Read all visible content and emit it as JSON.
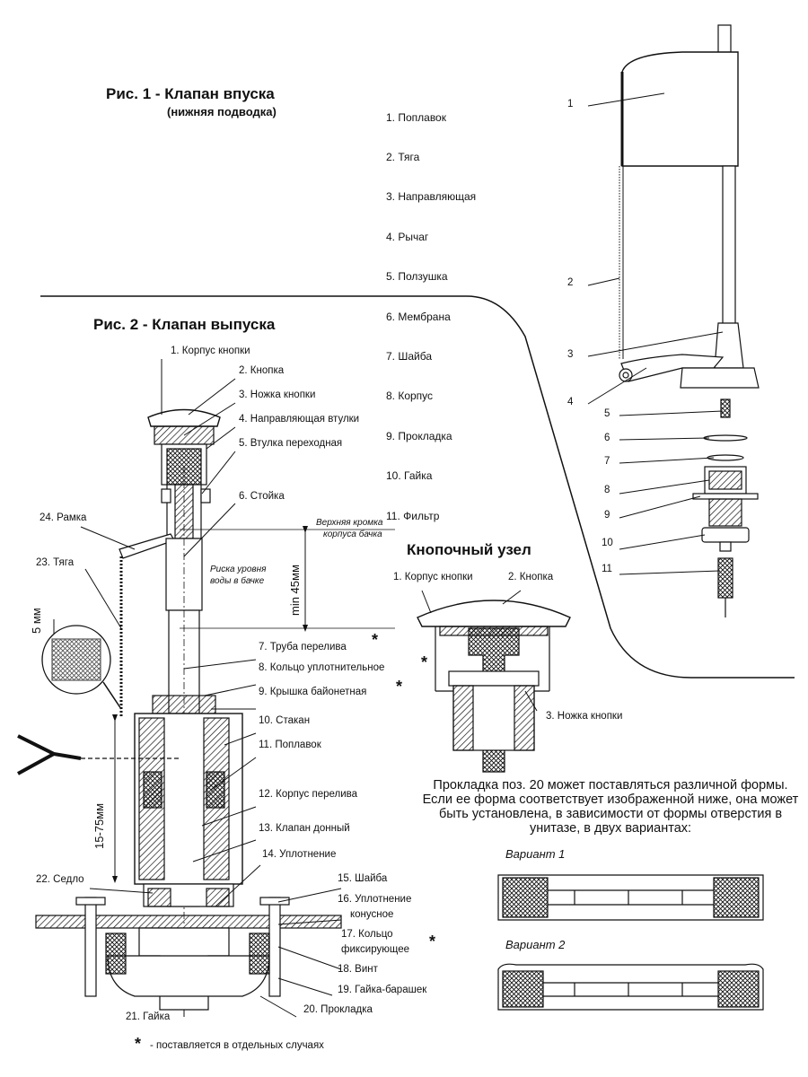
{
  "fig1": {
    "title": "Рис. 1 - Клапан впуска",
    "subtitle": "(нижняя подводка)",
    "legend": [
      "1. Поплавок",
      "2. Тяга",
      "3. Направляющая",
      "4. Рычаг",
      "5. Ползушка",
      "6. Мембрана",
      "7. Шайба",
      "8. Корпус",
      "9. Прокладка",
      "10. Гайка",
      "11. Фильтр"
    ],
    "callouts": [
      "1",
      "2",
      "3",
      "4",
      "5",
      "6",
      "7",
      "8",
      "9",
      "10",
      "11"
    ]
  },
  "fig2": {
    "title": "Рис. 2 - Клапан выпуска",
    "labels": {
      "l1": "1. Корпус кнопки",
      "l2": "2. Кнопка",
      "l3": "3. Ножка кнопки",
      "l4": "4. Направляющая втулки",
      "l5": "5. Втулка переходная",
      "l6": "6. Стойка",
      "l7": "7. Труба перелива",
      "l8": "8. Кольцо уплотнительное",
      "l9": "9. Крышка байонетная",
      "l10": "10. Стакан",
      "l11": "11. Поплавок",
      "l12": "12. Корпус перелива",
      "l13": "13. Клапан донный",
      "l14": "14. Уплотнение",
      "l15": "15. Шайба",
      "l16a": "16. Уплотнение",
      "l16b": "конусное",
      "l17a": "17. Кольцо",
      "l17b": "фиксирующее",
      "l18": "18. Винт",
      "l19": "19. Гайка-барашек",
      "l20": "20. Прокладка",
      "l21": "21. Гайка",
      "l22": "22. Седло",
      "l23": "23. Тяга",
      "l24": "24. Рамка"
    },
    "top_edge_a": "Верхняя кромка",
    "top_edge_b": "корпуса бачка",
    "water_a": "Риска уровня",
    "water_b": "воды в бачке",
    "dim_min": "min 45мм",
    "dim_5": "5 мм",
    "dim_range": "15-75мм",
    "asterisk": "*",
    "footnote": "- поставляется в отдельных случаях"
  },
  "button_unit": {
    "title": "Кнопочный узел",
    "l1": "1. Корпус кнопки",
    "l2": "2. Кнопка",
    "l3": "3. Ножка кнопки"
  },
  "gasket": {
    "note": "Прокладка поз. 20 может поставляться различной формы. Если ее форма соответствует изображенной ниже, она может быть установлена, в зависимости от формы отверстия в унитазе, в двух вариантах:",
    "variant1": "Вариант 1",
    "variant2": "Вариант 2"
  }
}
